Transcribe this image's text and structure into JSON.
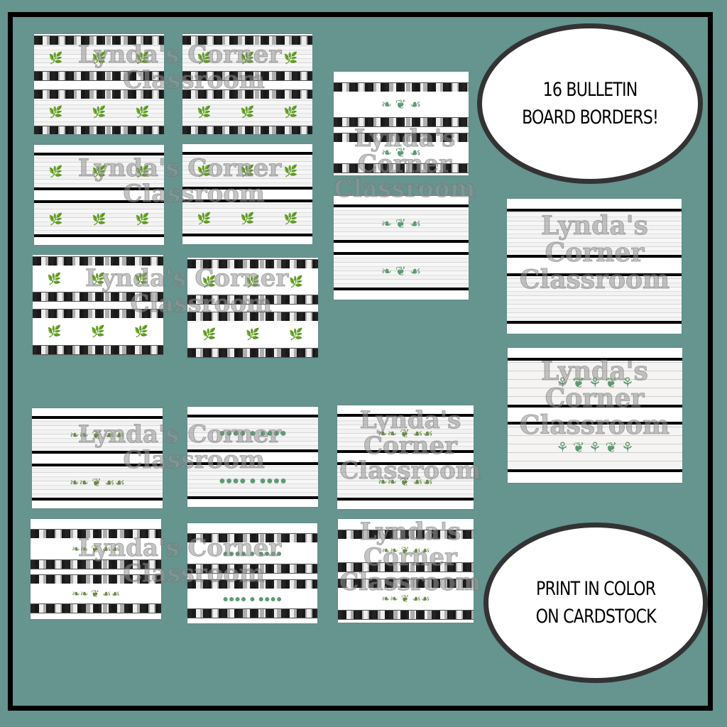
{
  "colors": {
    "background": "#66948f",
    "frame": "#000000",
    "oval_border": "#333333",
    "leaf_green": "#6b8a4a",
    "eucalyptus_green": "#5e9a73",
    "watermark": "#969696"
  },
  "badges": {
    "top": {
      "text": "16 BULLETIN\nBOARD BORDERS!"
    },
    "bottom": {
      "text": "PRINT IN COLOR\nON CARDSTOCK"
    }
  },
  "watermark": {
    "line1": "Lynda's",
    "line2": "Corner",
    "line3": "Classroom",
    "inline": "Lynda's Corner",
    "inline2": "Classroom"
  },
  "border_previews": [
    {
      "id": 1,
      "style": "gingham-wood",
      "motif": "sprig"
    },
    {
      "id": 2,
      "style": "gingham-wood",
      "motif": "olive"
    },
    {
      "id": 3,
      "style": "gingham-white",
      "motif": "garland"
    },
    {
      "id": 4,
      "style": "stripe-wood",
      "motif": "sprig"
    },
    {
      "id": 5,
      "style": "stripe-wood",
      "motif": "olive"
    },
    {
      "id": 6,
      "style": "stripe-wood",
      "motif": "garland"
    },
    {
      "id": 7,
      "style": "gingham-white",
      "motif": "sprig"
    },
    {
      "id": 8,
      "style": "gingham-white",
      "motif": "olive"
    },
    {
      "id": 9,
      "style": "stripe-wood",
      "motif": "plain"
    },
    {
      "id": 10,
      "style": "stripe-shiplap",
      "motif": "eucalyptus-vine"
    },
    {
      "id": 11,
      "style": "stripe-wood",
      "motif": "olive-branch"
    },
    {
      "id": 12,
      "style": "stripe-wood",
      "motif": "eucalyptus"
    },
    {
      "id": 13,
      "style": "stripe-wood",
      "motif": "leaf-swag"
    },
    {
      "id": 14,
      "style": "gingham-white",
      "motif": "olive-branch"
    },
    {
      "id": 15,
      "style": "gingham-white",
      "motif": "eucalyptus"
    },
    {
      "id": 16,
      "style": "gingham-white",
      "motif": "leaf-swag"
    }
  ]
}
